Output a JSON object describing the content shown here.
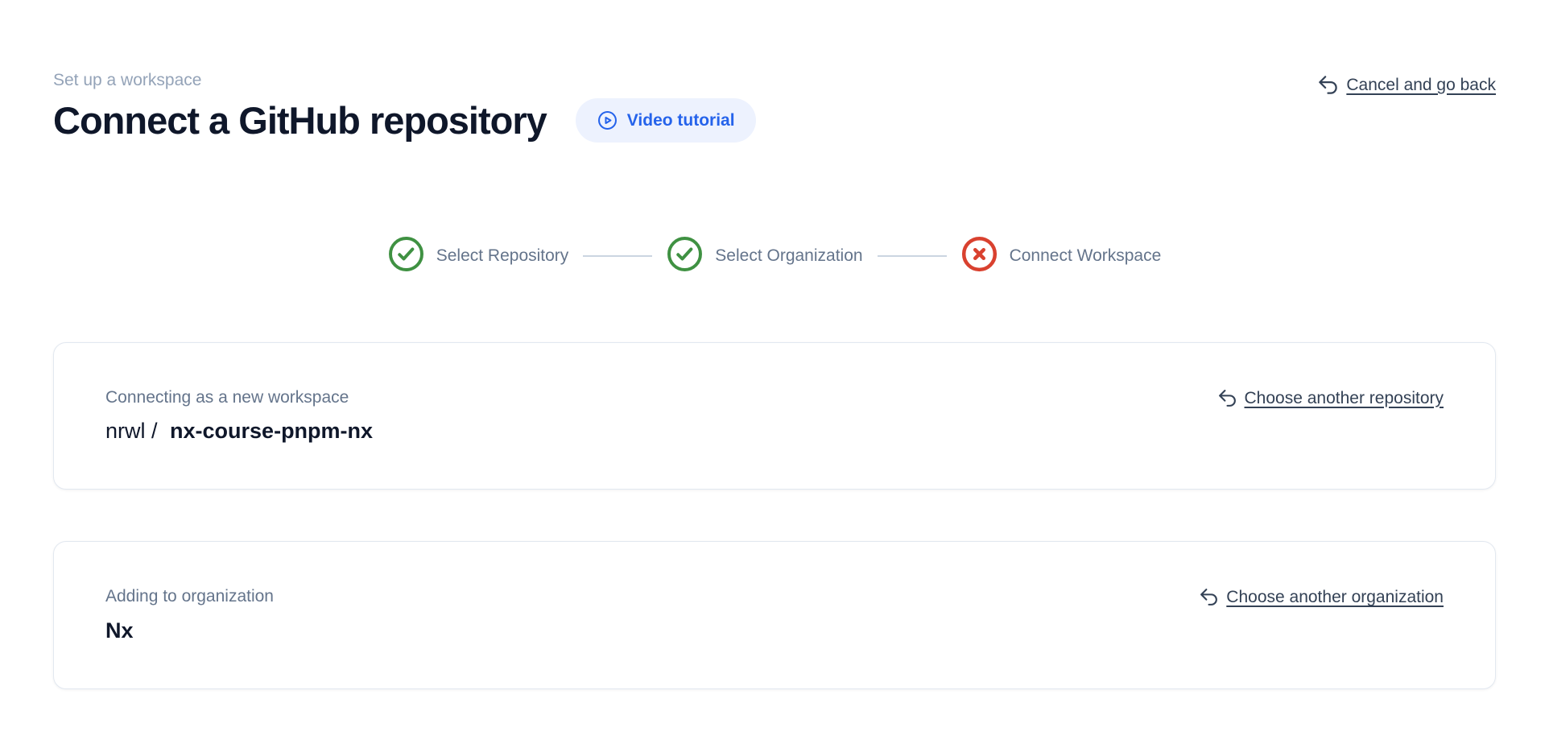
{
  "page": {
    "eyebrow": "Set up a workspace",
    "title": "Connect a GitHub repository"
  },
  "header": {
    "video_tutorial_label": "Video tutorial",
    "cancel_label": "Cancel and go back"
  },
  "stepper": {
    "steps": [
      {
        "label": "Select Repository",
        "status": "complete",
        "icon": "check-circle-icon"
      },
      {
        "label": "Select Organization",
        "status": "complete",
        "icon": "check-circle-icon"
      },
      {
        "label": "Connect Workspace",
        "status": "error",
        "icon": "x-circle-icon"
      }
    ]
  },
  "repository_card": {
    "label": "Connecting as a new workspace",
    "owner_prefix": "nrwl /",
    "repo_name": "nx-course-pnpm-nx",
    "change_link_label": "Choose another repository"
  },
  "organization_card": {
    "label": "Adding to organization",
    "org_name": "Nx",
    "change_link_label": "Choose another organization"
  },
  "colors": {
    "success_green": "#3f9142",
    "error_red": "#d9412f",
    "accent_blue": "#2563eb",
    "pill_background": "#edf2fe",
    "muted_text": "#64748b",
    "eyebrow_text": "#94a3b8",
    "link_text": "#334155",
    "card_border": "#e2e8f0",
    "connector_gray": "#cbd5e1",
    "heading_text": "#0f172a"
  }
}
